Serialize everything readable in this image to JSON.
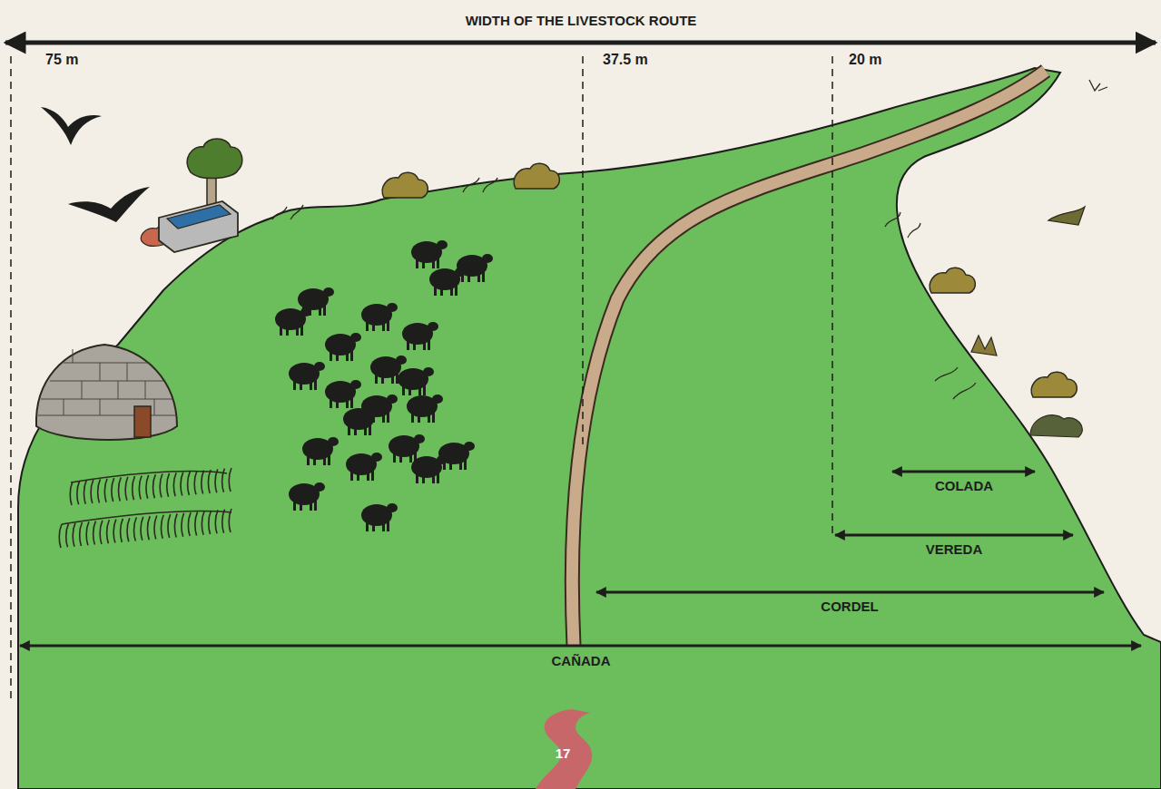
{
  "diagram": {
    "title": "WIDTH OF THE LIVESTOCK ROUTE",
    "nodes": [
      {
        "text": [
          "17"
        ]
      }
    ],
    "labels": [
      "75 m",
      "37.5 m",
      "20 m",
      "COLADA",
      "VEREDA",
      "CORDEL",
      "CAÑADA"
    ]
  }
}
